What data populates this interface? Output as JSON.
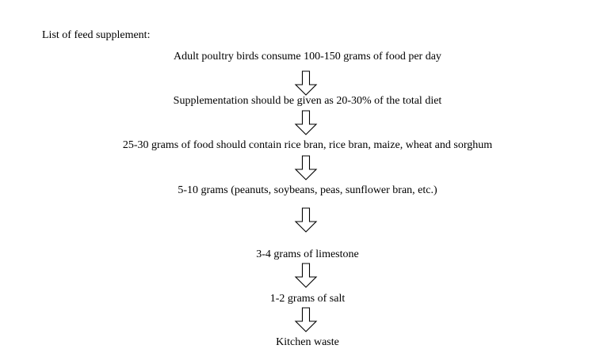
{
  "heading": "List of feed supplement:",
  "steps": [
    "Adult poultry birds consume 100-150 grams of food per day",
    "Supplementation should be given as 20-30% of the total diet",
    "25-30 grams of food should contain rice bran, rice bran, maize, wheat and sorghum",
    "5-10 grams (peanuts, soybeans, peas, sunflower bran, etc.)",
    "3-4 grams of limestone",
    "1-2 grams of salt",
    "Kitchen waste"
  ],
  "colors": {
    "text": "#000000",
    "arrow_stroke": "#000000",
    "background": "#ffffff"
  },
  "icons": {
    "arrow": "hollow-down-arrow-icon"
  }
}
